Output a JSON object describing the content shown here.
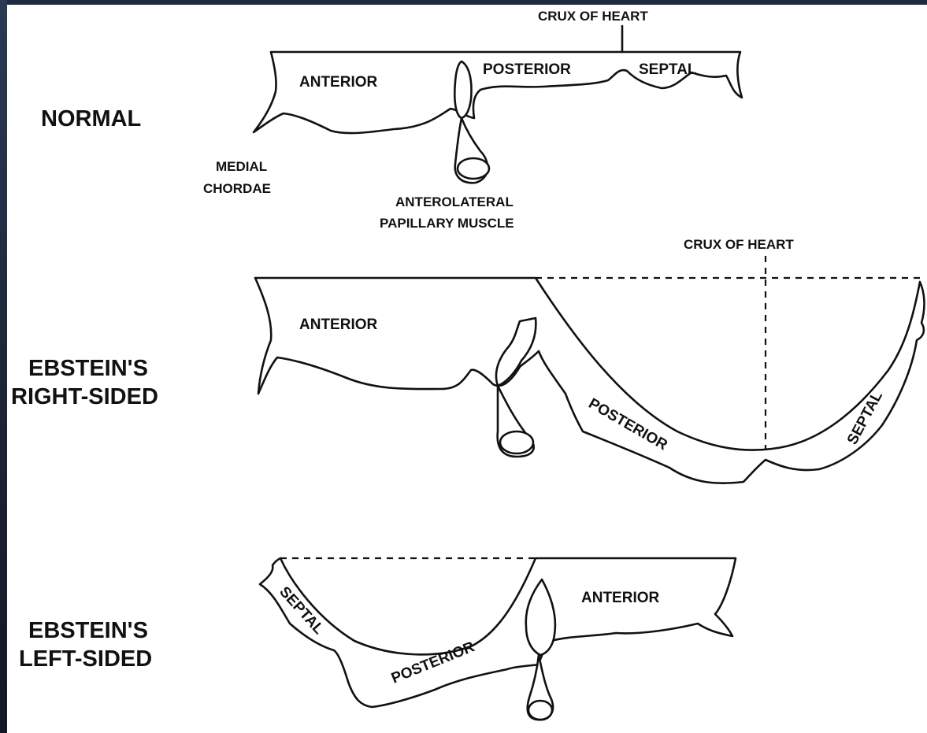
{
  "rows": {
    "normal": "NORMAL",
    "ebstein_right_line1": "EBSTEIN'S",
    "ebstein_right_line2": "RIGHT-SIDED",
    "ebstein_left_line1": "EBSTEIN'S",
    "ebstein_left_line2": "LEFT-SIDED"
  },
  "normal": {
    "crux": "CRUX OF HEART",
    "anterior": "ANTERIOR",
    "posterior": "POSTERIOR",
    "septal": "SEPTAL",
    "medial_line1": "MEDIAL",
    "medial_line2": "CHORDAE",
    "papillary_line1": "ANTEROLATERAL",
    "papillary_line2": "PAPILLARY MUSCLE"
  },
  "right": {
    "crux": "CRUX OF HEART",
    "anterior": "ANTERIOR",
    "posterior": "POSTERIOR",
    "septal": "SEPTAL"
  },
  "left": {
    "anterior": "ANTERIOR",
    "posterior": "POSTERIOR",
    "septal": "SEPTAL"
  }
}
